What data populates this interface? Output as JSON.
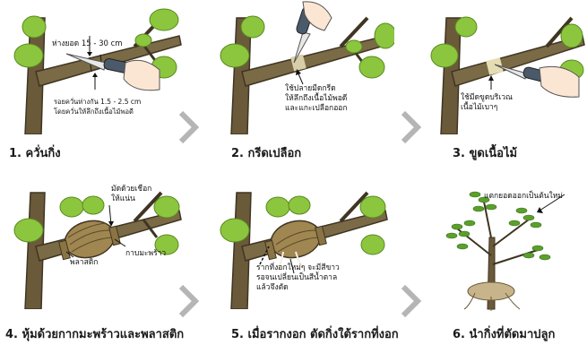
{
  "steps": [
    {
      "caption": "1. ควั่นกิ่ง",
      "notes": [
        "ห่างยอด 15 - 30 cm",
        "รอยควั่นห่างกัน 1.5 - 2.5 cm\nโดยควั่นให้ลึกถึงเนื้อไม้พอดี"
      ]
    },
    {
      "caption": "2. กรีดเปลือก",
      "notes": [
        "ใช้ปลายมีดกรีด\nให้ลึกถึงเนื้อไม้พอดี\nและแกะเปลือกออก"
      ]
    },
    {
      "caption": "3. ขูดเนื้อไม้",
      "notes": [
        "ใช้มีดขูดบริเวณ\nเนื้อไม้เบาๆ"
      ]
    },
    {
      "caption": "4. หุ้มด้วยกากมะพร้าวและพลาสติก",
      "notes": [
        "มัดด้วยเชือก\nให้แน่น",
        "กาบมะพร้าว",
        "พลาสติก"
      ]
    },
    {
      "caption": "5. เมื่อรากงอก ตัดกิ่งใต้รากที่งอก",
      "notes": [
        "รากที่งอกใหม่ๆ จะมีสีขาว\nรอจนเปลี่ยนเป็นสีน้ำตาล\nแล้วจึงตัด"
      ]
    },
    {
      "caption": "6. นำกิ่งที่ตัดมาปลูก",
      "notes": [
        "แตกยอดออกเป็นต้นใหม่"
      ]
    }
  ],
  "colors": {
    "branch": "#6a5a3a",
    "branch_dark": "#3f3522",
    "leaf": "#8cc63f",
    "leaf_dark": "#5a8a1e",
    "arrow": "#b5b5b5",
    "coir": "#a08650"
  }
}
